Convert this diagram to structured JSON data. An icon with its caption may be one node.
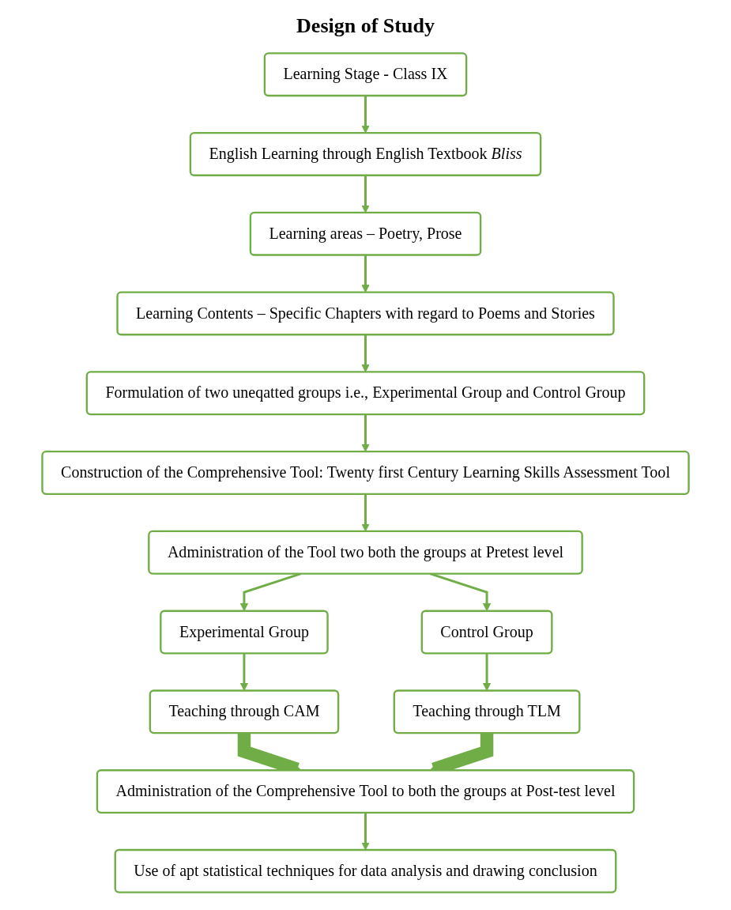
{
  "diagram": {
    "title": "Design of Study",
    "nodes": [
      {
        "text": [
          "Learning Stage - Class IX"
        ]
      },
      {
        "text": [
          "English Learning through English Textbook *Bliss*"
        ]
      },
      {
        "text": [
          "Learning areas – Poetry, Prose"
        ]
      },
      {
        "text": [
          "Learning Contents – Specific Chapters with regard to Poems and Stories"
        ]
      },
      {
        "text": [
          "Formulation of two uneqatted groups i.e., Experimental Group and Control Group"
        ]
      },
      {
        "text": [
          "Construction of the Comprehensive Tool: Twenty first Century Learning Skills Assessment Tool"
        ]
      },
      {
        "text": [
          "Administration of the Tool two both the groups at Pretest level"
        ]
      },
      {
        "text": [
          "Experimental Group"
        ]
      },
      {
        "text": [
          "Control Group"
        ]
      },
      {
        "text": [
          "Teaching through CAM"
        ]
      },
      {
        "text": [
          "Teaching through TLM"
        ]
      },
      {
        "text": [
          "Administration of the Comprehensive Tool to both the groups at Post-test level"
        ]
      },
      {
        "text": [
          "Use of apt statistical techniques for data analysis and drawing conclusion"
        ]
      }
    ],
    "edges": [
      {
        "from": 0,
        "to": 1,
        "arrow": "to"
      },
      {
        "from": 1,
        "to": 2,
        "arrow": "to"
      },
      {
        "from": 2,
        "to": 3,
        "arrow": "to"
      },
      {
        "from": 3,
        "to": 4,
        "arrow": "to"
      },
      {
        "from": 4,
        "to": 5,
        "arrow": "to"
      },
      {
        "from": 5,
        "to": 6,
        "arrow": "to"
      },
      {
        "from": 6,
        "to": 7,
        "arrow": "to"
      },
      {
        "from": 6,
        "to": 8,
        "arrow": "to"
      },
      {
        "from": 7,
        "to": 9,
        "arrow": "to"
      },
      {
        "from": 8,
        "to": 10,
        "arrow": "to"
      },
      {
        "from": 9,
        "to": 11,
        "arrow": "to",
        "style": "thick"
      },
      {
        "from": 10,
        "to": 11,
        "arrow": "to",
        "style": "thick"
      },
      {
        "from": 11,
        "to": 12,
        "arrow": "to"
      }
    ]
  }
}
